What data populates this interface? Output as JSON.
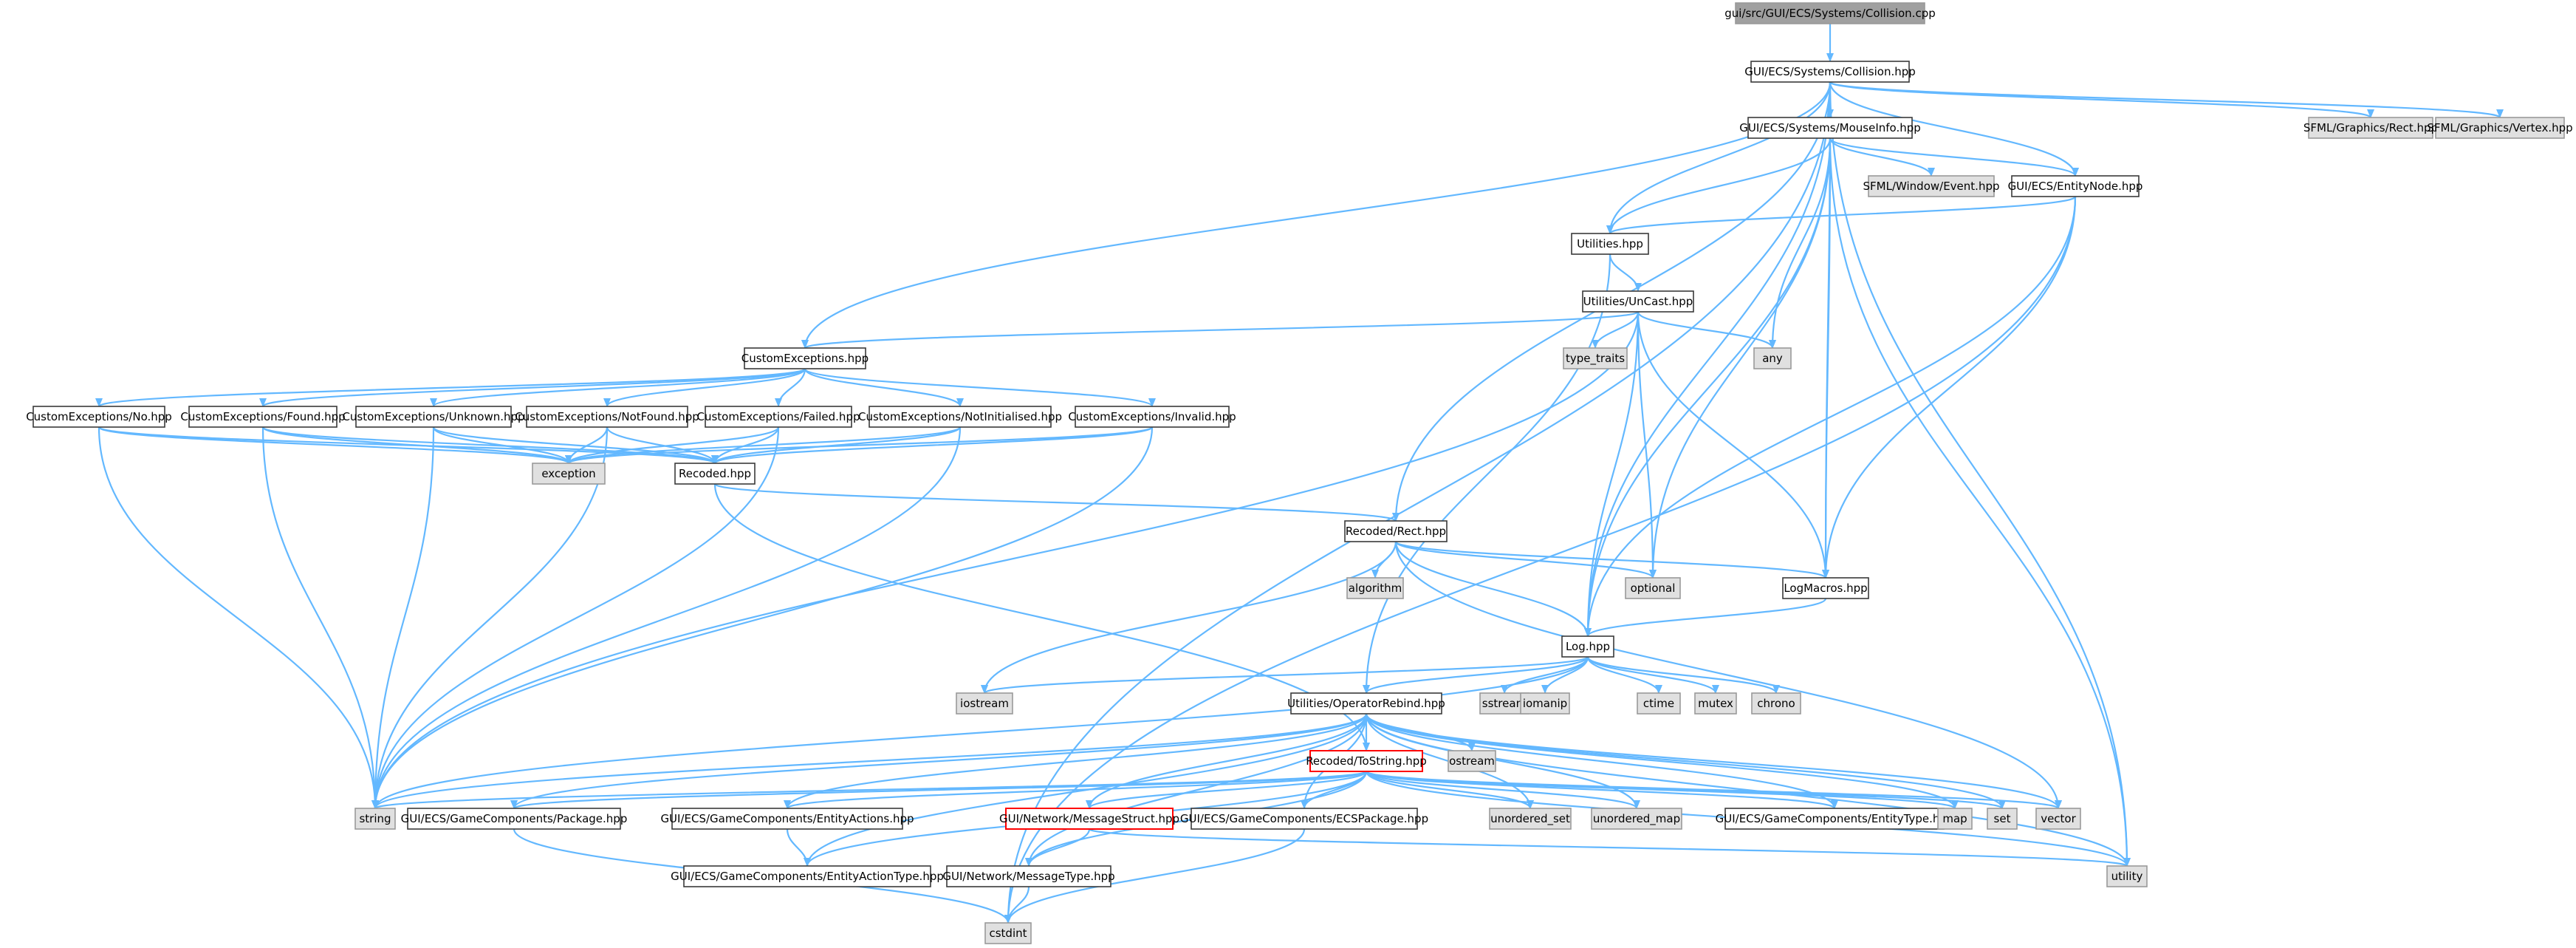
{
  "colors": {
    "edge": "#63b8ff",
    "root_fill": "#a0a0a0",
    "system_fill": "#e0e0e0",
    "header_fill": "#ffffff",
    "truncated_border": "#ff0000"
  },
  "nodes": [
    {
      "id": "collision_cpp",
      "label": "gui/src/GUI/ECS/Systems/Collision.cpp",
      "kind": "root"
    },
    {
      "id": "collision_hpp",
      "label": "GUI/ECS/Systems/Collision.hpp",
      "kind": "header"
    },
    {
      "id": "mouseinfo",
      "label": "GUI/ECS/Systems/MouseInfo.hpp",
      "kind": "header"
    },
    {
      "id": "sfml_rect",
      "label": "SFML/Graphics/Rect.hpp",
      "kind": "system"
    },
    {
      "id": "sfml_vertex",
      "label": "SFML/Graphics/Vertex.hpp",
      "kind": "system"
    },
    {
      "id": "sfml_event",
      "label": "SFML/Window/Event.hpp",
      "kind": "system"
    },
    {
      "id": "entitynode",
      "label": "GUI/ECS/EntityNode.hpp",
      "kind": "header"
    },
    {
      "id": "utilities",
      "label": "Utilities.hpp",
      "kind": "header"
    },
    {
      "id": "uncast",
      "label": "Utilities/UnCast.hpp",
      "kind": "header"
    },
    {
      "id": "type_traits",
      "label": "type_traits",
      "kind": "system"
    },
    {
      "id": "any",
      "label": "any",
      "kind": "system"
    },
    {
      "id": "customexceptions",
      "label": "CustomExceptions.hpp",
      "kind": "header"
    },
    {
      "id": "ce_no",
      "label": "CustomExceptions/No.hpp",
      "kind": "header"
    },
    {
      "id": "ce_found",
      "label": "CustomExceptions/Found.hpp",
      "kind": "header"
    },
    {
      "id": "ce_unknown",
      "label": "CustomExceptions/Unknown.hpp",
      "kind": "header"
    },
    {
      "id": "ce_notfound",
      "label": "CustomExceptions/NotFound.hpp",
      "kind": "header"
    },
    {
      "id": "ce_failed",
      "label": "CustomExceptions/Failed.hpp",
      "kind": "header"
    },
    {
      "id": "ce_notinit",
      "label": "CustomExceptions/NotInitialised.hpp",
      "kind": "header"
    },
    {
      "id": "ce_invalid",
      "label": "CustomExceptions/Invalid.hpp",
      "kind": "header"
    },
    {
      "id": "exception",
      "label": "exception",
      "kind": "system"
    },
    {
      "id": "recoded",
      "label": "Recoded.hpp",
      "kind": "header"
    },
    {
      "id": "rect",
      "label": "Recoded/Rect.hpp",
      "kind": "header"
    },
    {
      "id": "algorithm",
      "label": "algorithm",
      "kind": "system"
    },
    {
      "id": "optional",
      "label": "optional",
      "kind": "system"
    },
    {
      "id": "logmacros",
      "label": "LogMacros.hpp",
      "kind": "header"
    },
    {
      "id": "log",
      "label": "Log.hpp",
      "kind": "header"
    },
    {
      "id": "iostream",
      "label": "iostream",
      "kind": "system"
    },
    {
      "id": "sstream",
      "label": "sstream",
      "kind": "system"
    },
    {
      "id": "iomanip",
      "label": "iomanip",
      "kind": "system"
    },
    {
      "id": "ctime",
      "label": "ctime",
      "kind": "system"
    },
    {
      "id": "mutex",
      "label": "mutex",
      "kind": "system"
    },
    {
      "id": "chrono",
      "label": "chrono",
      "kind": "system"
    },
    {
      "id": "operatorrebind",
      "label": "Utilities/OperatorRebind.hpp",
      "kind": "header"
    },
    {
      "id": "ostream",
      "label": "ostream",
      "kind": "system"
    },
    {
      "id": "tostring",
      "label": "Recoded/ToString.hpp",
      "kind": "truncated"
    },
    {
      "id": "string",
      "label": "string",
      "kind": "system"
    },
    {
      "id": "package",
      "label": "GUI/ECS/GameComponents/Package.hpp",
      "kind": "header"
    },
    {
      "id": "entityactions",
      "label": "GUI/ECS/GameComponents/EntityActions.hpp",
      "kind": "header"
    },
    {
      "id": "messagestruct",
      "label": "GUI/Network/MessageStruct.hpp",
      "kind": "truncated"
    },
    {
      "id": "ecspackage",
      "label": "GUI/ECS/GameComponents/ECSPackage.hpp",
      "kind": "header"
    },
    {
      "id": "unordered_set",
      "label": "unordered_set",
      "kind": "system"
    },
    {
      "id": "unordered_map",
      "label": "unordered_map",
      "kind": "system"
    },
    {
      "id": "entitytype",
      "label": "GUI/ECS/GameComponents/EntityType.hpp",
      "kind": "header"
    },
    {
      "id": "map",
      "label": "map",
      "kind": "system"
    },
    {
      "id": "set",
      "label": "set",
      "kind": "system"
    },
    {
      "id": "vector",
      "label": "vector",
      "kind": "system"
    },
    {
      "id": "utility",
      "label": "utility",
      "kind": "system"
    },
    {
      "id": "entityactiontype",
      "label": "GUI/ECS/GameComponents/EntityActionType.hpp",
      "kind": "header"
    },
    {
      "id": "messagetype",
      "label": "GUI/Network/MessageType.hpp",
      "kind": "header"
    },
    {
      "id": "cstdint",
      "label": "cstdint",
      "kind": "system"
    }
  ],
  "edges": [
    [
      "collision_cpp",
      "collision_hpp"
    ],
    [
      "collision_hpp",
      "mouseinfo"
    ],
    [
      "collision_hpp",
      "sfml_rect"
    ],
    [
      "collision_hpp",
      "sfml_vertex"
    ],
    [
      "collision_hpp",
      "entitynode"
    ],
    [
      "collision_hpp",
      "utilities"
    ],
    [
      "collision_hpp",
      "customexceptions"
    ],
    [
      "collision_hpp",
      "rect"
    ],
    [
      "collision_hpp",
      "log"
    ],
    [
      "collision_hpp",
      "logmacros"
    ],
    [
      "collision_hpp",
      "utility"
    ],
    [
      "collision_hpp",
      "cstdint"
    ],
    [
      "mouseinfo",
      "sfml_event"
    ],
    [
      "mouseinfo",
      "entitynode"
    ],
    [
      "mouseinfo",
      "utilities"
    ],
    [
      "mouseinfo",
      "any"
    ],
    [
      "mouseinfo",
      "optional"
    ],
    [
      "mouseinfo",
      "logmacros"
    ],
    [
      "mouseinfo",
      "log"
    ],
    [
      "mouseinfo",
      "utility"
    ],
    [
      "entitynode",
      "utilities"
    ],
    [
      "entitynode",
      "logmacros"
    ],
    [
      "entitynode",
      "log"
    ],
    [
      "entitynode",
      "cstdint"
    ],
    [
      "utilities",
      "uncast"
    ],
    [
      "utilities",
      "operatorrebind"
    ],
    [
      "uncast",
      "customexceptions"
    ],
    [
      "uncast",
      "type_traits"
    ],
    [
      "uncast",
      "any"
    ],
    [
      "uncast",
      "optional"
    ],
    [
      "uncast",
      "logmacros"
    ],
    [
      "uncast",
      "log"
    ],
    [
      "uncast",
      "string"
    ],
    [
      "customexceptions",
      "ce_no"
    ],
    [
      "customexceptions",
      "ce_found"
    ],
    [
      "customexceptions",
      "ce_unknown"
    ],
    [
      "customexceptions",
      "ce_notfound"
    ],
    [
      "customexceptions",
      "ce_failed"
    ],
    [
      "customexceptions",
      "ce_notinit"
    ],
    [
      "customexceptions",
      "ce_invalid"
    ],
    [
      "ce_no",
      "exception"
    ],
    [
      "ce_no",
      "recoded"
    ],
    [
      "ce_no",
      "string"
    ],
    [
      "ce_found",
      "exception"
    ],
    [
      "ce_found",
      "recoded"
    ],
    [
      "ce_found",
      "string"
    ],
    [
      "ce_unknown",
      "exception"
    ],
    [
      "ce_unknown",
      "recoded"
    ],
    [
      "ce_unknown",
      "string"
    ],
    [
      "ce_notfound",
      "exception"
    ],
    [
      "ce_notfound",
      "recoded"
    ],
    [
      "ce_notfound",
      "string"
    ],
    [
      "ce_failed",
      "exception"
    ],
    [
      "ce_failed",
      "recoded"
    ],
    [
      "ce_failed",
      "string"
    ],
    [
      "ce_notinit",
      "exception"
    ],
    [
      "ce_notinit",
      "recoded"
    ],
    [
      "ce_notinit",
      "string"
    ],
    [
      "ce_invalid",
      "exception"
    ],
    [
      "ce_invalid",
      "recoded"
    ],
    [
      "ce_invalid",
      "string"
    ],
    [
      "recoded",
      "rect"
    ],
    [
      "recoded",
      "tostring"
    ],
    [
      "rect",
      "algorithm"
    ],
    [
      "rect",
      "optional"
    ],
    [
      "rect",
      "logmacros"
    ],
    [
      "rect",
      "log"
    ],
    [
      "rect",
      "iostream"
    ],
    [
      "rect",
      "vector"
    ],
    [
      "logmacros",
      "log"
    ],
    [
      "log",
      "iostream"
    ],
    [
      "log",
      "sstream"
    ],
    [
      "log",
      "iomanip"
    ],
    [
      "log",
      "ctime"
    ],
    [
      "log",
      "mutex"
    ],
    [
      "log",
      "chrono"
    ],
    [
      "log",
      "operatorrebind"
    ],
    [
      "log",
      "string"
    ],
    [
      "operatorrebind",
      "ostream"
    ],
    [
      "operatorrebind",
      "tostring"
    ],
    [
      "operatorrebind",
      "string"
    ],
    [
      "operatorrebind",
      "package"
    ],
    [
      "operatorrebind",
      "entityactions"
    ],
    [
      "operatorrebind",
      "messagestruct"
    ],
    [
      "operatorrebind",
      "ecspackage"
    ],
    [
      "operatorrebind",
      "unordered_set"
    ],
    [
      "operatorrebind",
      "unordered_map"
    ],
    [
      "operatorrebind",
      "entitytype"
    ],
    [
      "operatorrebind",
      "map"
    ],
    [
      "operatorrebind",
      "set"
    ],
    [
      "operatorrebind",
      "vector"
    ],
    [
      "operatorrebind",
      "utility"
    ],
    [
      "operatorrebind",
      "entityactiontype"
    ],
    [
      "operatorrebind",
      "messagetype"
    ],
    [
      "tostring",
      "string"
    ],
    [
      "tostring",
      "package"
    ],
    [
      "tostring",
      "entityactions"
    ],
    [
      "tostring",
      "messagestruct"
    ],
    [
      "tostring",
      "ecspackage"
    ],
    [
      "tostring",
      "unordered_set"
    ],
    [
      "tostring",
      "unordered_map"
    ],
    [
      "tostring",
      "entitytype"
    ],
    [
      "tostring",
      "map"
    ],
    [
      "tostring",
      "set"
    ],
    [
      "tostring",
      "vector"
    ],
    [
      "tostring",
      "utility"
    ],
    [
      "tostring",
      "entityactiontype"
    ],
    [
      "tostring",
      "messagetype"
    ],
    [
      "package",
      "cstdint"
    ],
    [
      "entityactions",
      "entityactiontype"
    ],
    [
      "messagestruct",
      "messagetype"
    ],
    [
      "messagestruct",
      "utility"
    ],
    [
      "ecspackage",
      "cstdint"
    ],
    [
      "messagetype",
      "cstdint"
    ]
  ]
}
